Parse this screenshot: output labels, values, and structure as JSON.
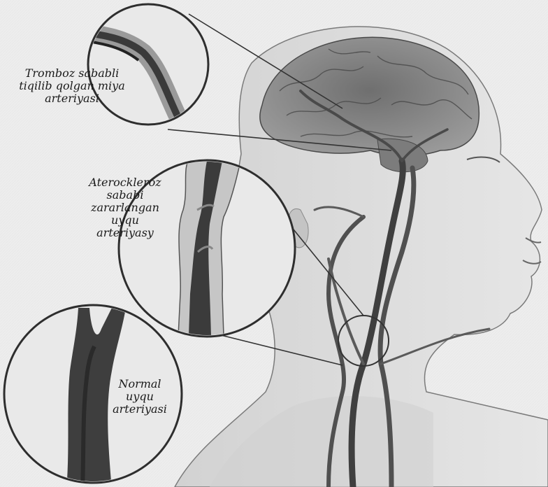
{
  "labels": {
    "thrombosis": "Tromboz sababli\ntiqilib qolgan miya\narteriyasi",
    "atherosclerosis": "Aterockleroz\nsababi\nzararlangan\nuyqu\narteriyasy",
    "normal": "Normal\nuyqu\narteriyasi"
  },
  "colors": {
    "background": "#ededed",
    "ink": "#1a1a1a",
    "vessel_dark": "#3a3a3a",
    "vessel_light": "#bdbdbd",
    "brain": "#8d8d8d",
    "skin": "#d9d9d9"
  }
}
